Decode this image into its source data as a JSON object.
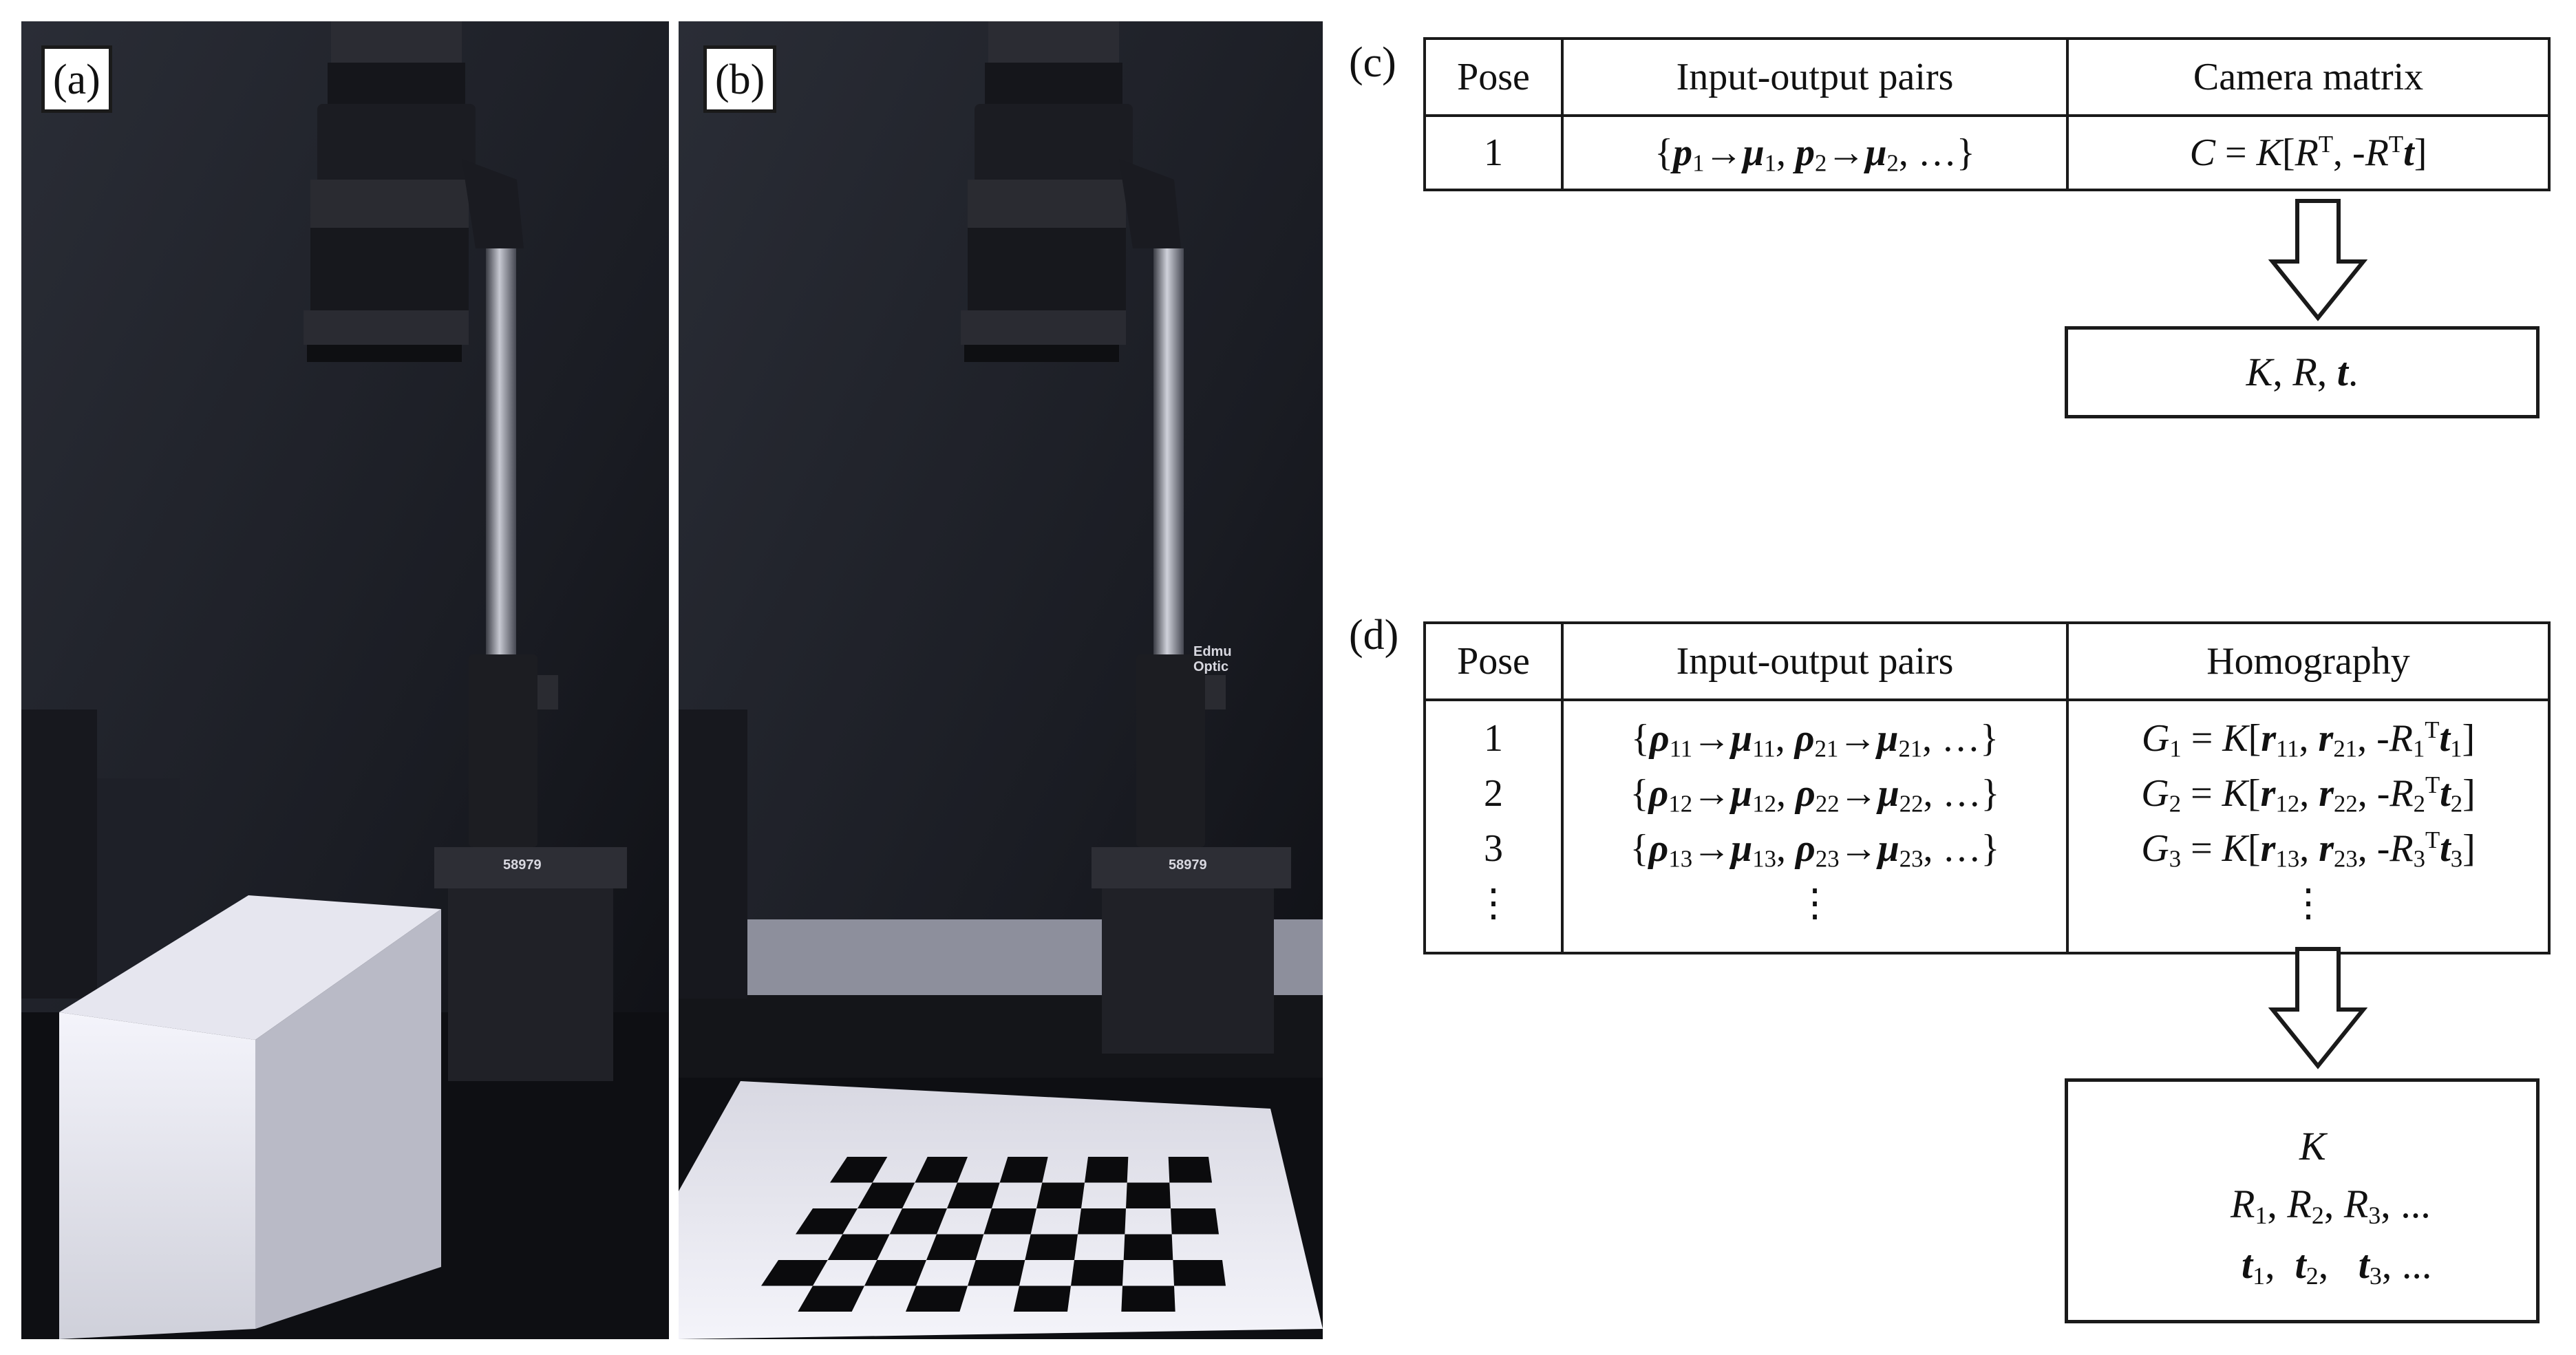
{
  "panels": {
    "a": "(a)",
    "b": "(b)",
    "c": "(c)",
    "d": "(d)"
  },
  "photo_a": {
    "stand_label_1": "58979"
  },
  "photo_b": {
    "stand_label_1": "Edmu",
    "stand_label_2": "Optic",
    "stand_label_3": "58979"
  },
  "table_c": {
    "headers": [
      "Pose",
      "Input-output pairs",
      "Camera matrix"
    ],
    "rows": [
      {
        "pose": "1",
        "pairs": "{p1→μ1, p2→μ2, …}",
        "matrix": "C = K[Rᵀ, -Rᵀt]"
      }
    ]
  },
  "result_c": "K, R, t.",
  "table_d": {
    "headers": [
      "Pose",
      "Input-output pairs",
      "Homography"
    ],
    "rows": [
      {
        "pose": "1",
        "pairs": "{ρ11→μ11, ρ21→μ21, …}",
        "homography": "G1 = K[r11, r21, -R1ᵀt1]"
      },
      {
        "pose": "2",
        "pairs": "{ρ12→μ12, ρ22→μ22, …}",
        "homography": "G2 = K[r12, r22, -R2ᵀt2]"
      },
      {
        "pose": "3",
        "pairs": "{ρ13→μ13, ρ23→μ23, …}",
        "homography": "G3 = K[r13, r23, -R3ᵀt3]"
      }
    ],
    "continuation": "⋮"
  },
  "result_d": {
    "line1": "K",
    "line2": "R1, R2, R3, ...",
    "line3": "t1, t2, t3, ..."
  },
  "colors": {
    "ink": "#1a1a1a",
    "photo_background": "#1b1d24",
    "checker_paper": "#e9e9f0"
  },
  "icons": {
    "arrow": "hollow-down-arrow"
  }
}
